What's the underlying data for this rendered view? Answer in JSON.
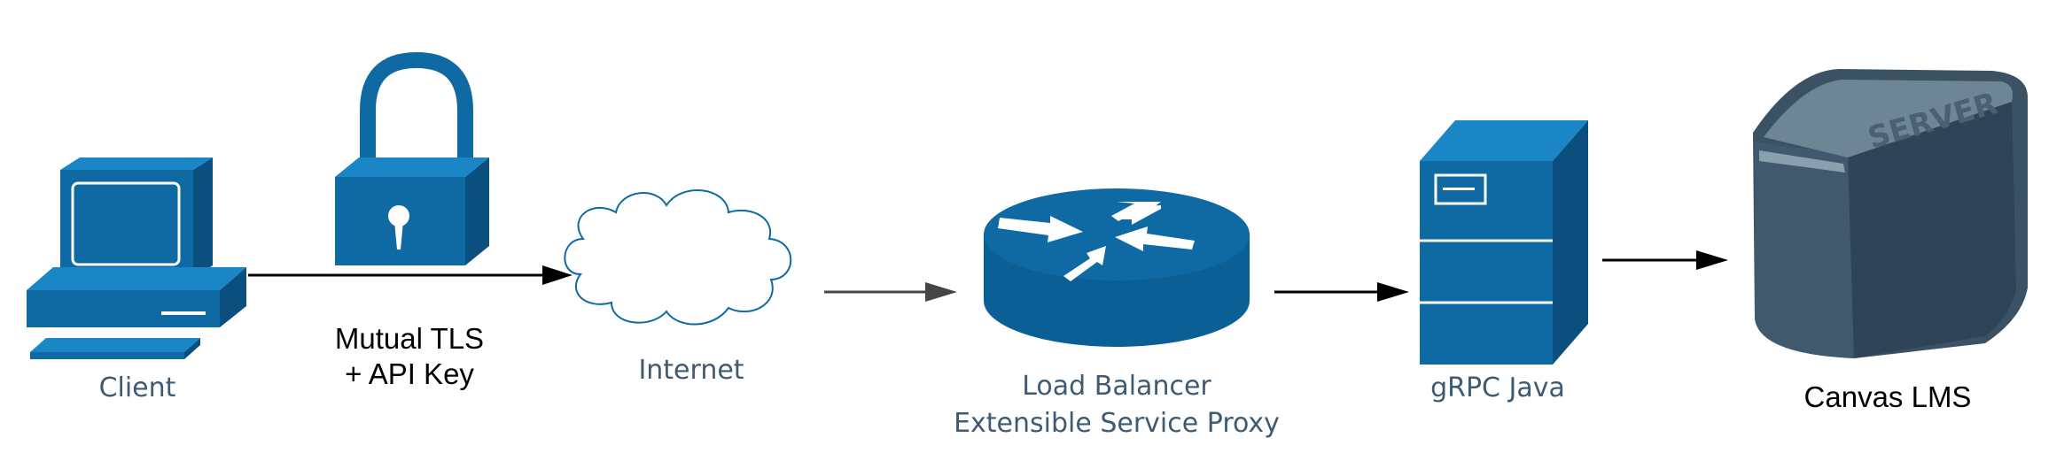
{
  "colors": {
    "icon_blue": "#0f6aa3",
    "icon_blue_dark": "#0a4f7d",
    "icon_blue_light": "#1a86c6",
    "server_gray": "#4a6276",
    "cloud_stroke": "#0f6aa3",
    "label_blue": "#3f5a73",
    "arrow_black": "#000000",
    "arrow_gray": "#454545"
  },
  "nodes": {
    "client": {
      "label": "Client",
      "icon": "desktop-computer-icon"
    },
    "lock": {
      "label_line1": "Mutual TLS",
      "label_line2": "+ API Key",
      "icon": "padlock-icon"
    },
    "internet": {
      "label": "Internet",
      "icon": "cloud-icon"
    },
    "load_balancer": {
      "label_line1": "Load Balancer",
      "label_line2": "Extensible Service Proxy",
      "icon": "router-icon"
    },
    "grpc": {
      "label": "gRPC Java",
      "icon": "tower-server-icon"
    },
    "canvas": {
      "label": "Canvas LMS",
      "icon": "server-box-icon",
      "box_text": "SERVER"
    }
  },
  "edges": [
    {
      "from": "client",
      "to": "internet"
    },
    {
      "from": "internet",
      "to": "load_balancer"
    },
    {
      "from": "load_balancer",
      "to": "grpc"
    },
    {
      "from": "grpc",
      "to": "canvas"
    }
  ]
}
